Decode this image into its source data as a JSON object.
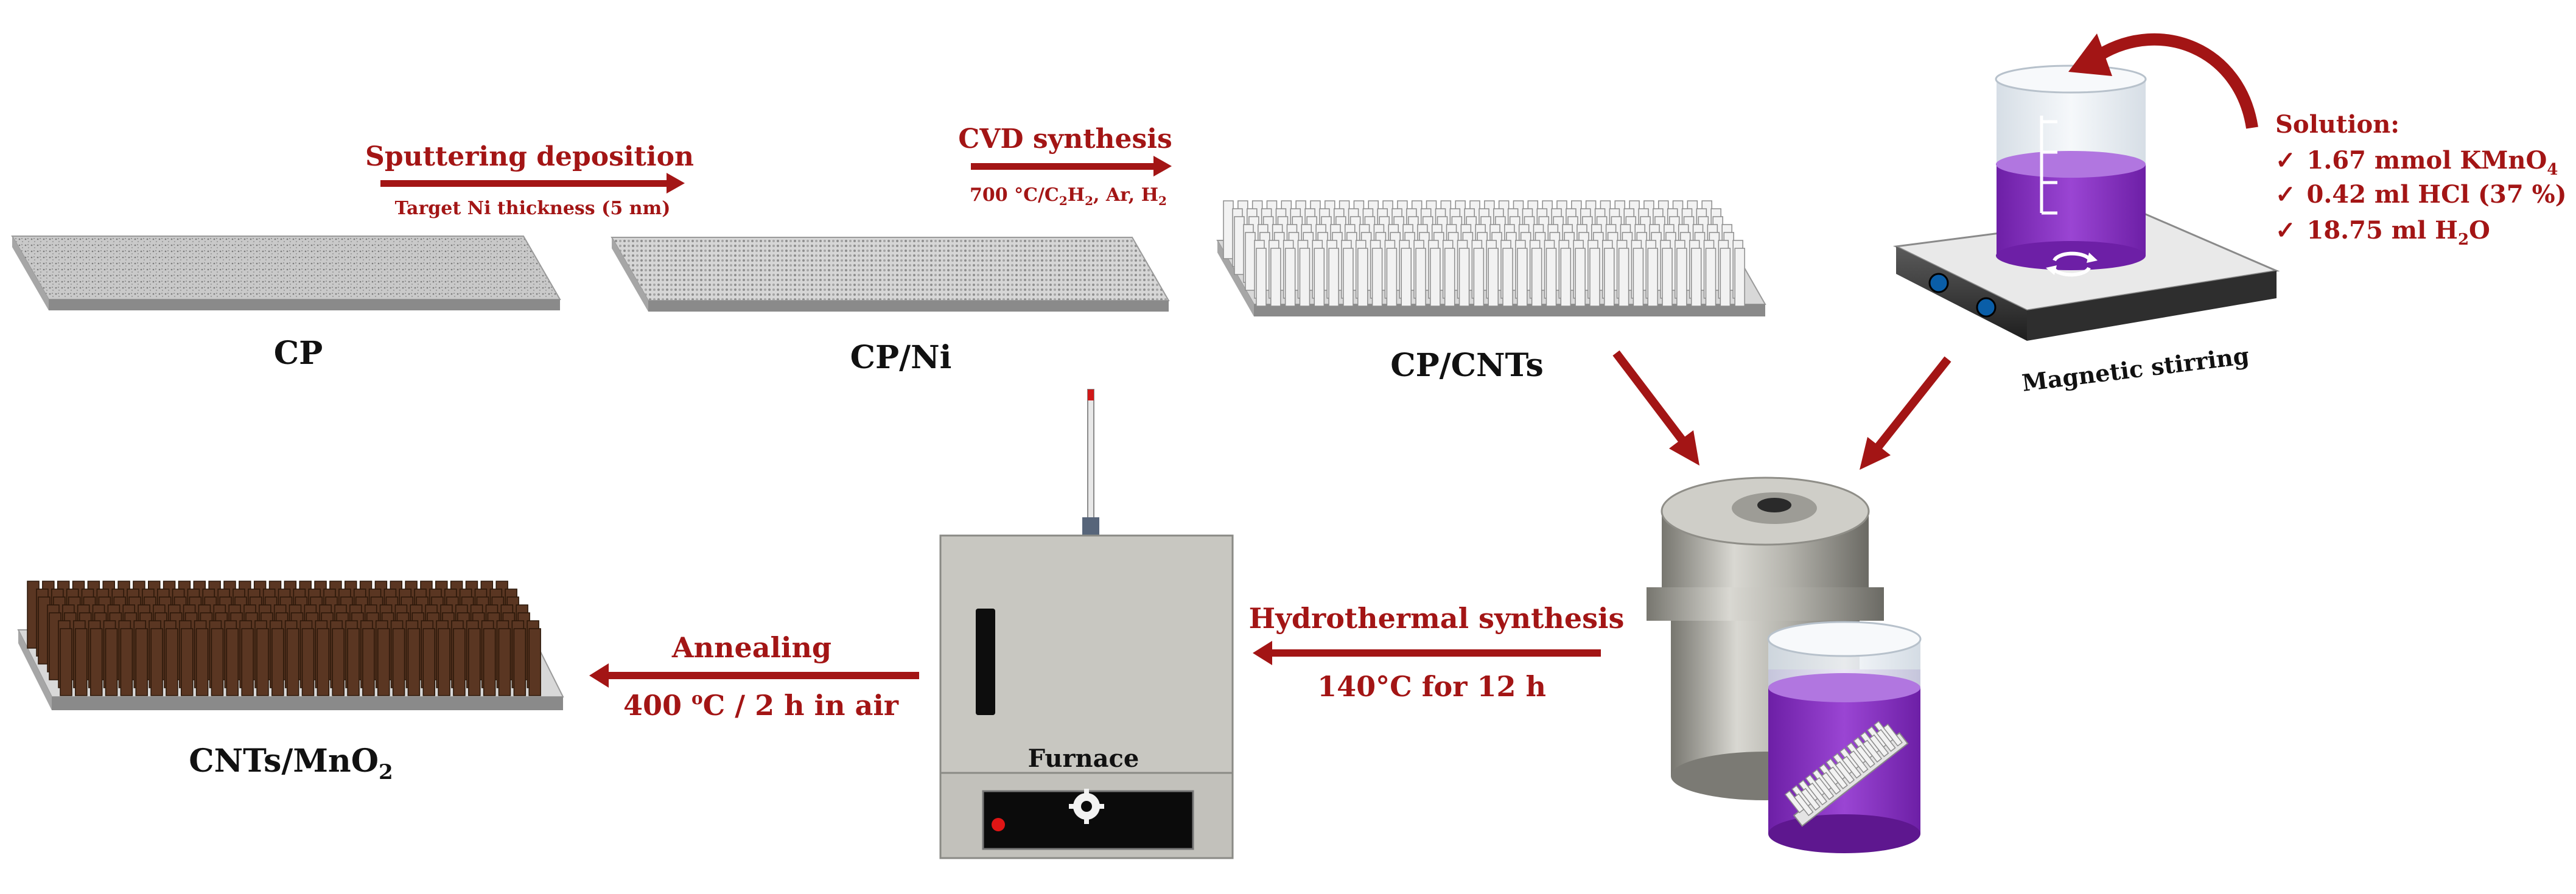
{
  "colors": {
    "arrow": "#a31515",
    "label_red": "#a31515",
    "label_black": "#111111",
    "solution_purple": "#8a2fc4",
    "glass": "#dde6ee",
    "steel": "#a9a9a4",
    "furnace_body": "#c8c7c1",
    "cnt_white": "#f2f2f2",
    "cnt_brown": "#5a3622"
  },
  "samples": {
    "cp": "CP",
    "cp_ni": "CP/Ni",
    "cp_cnts": "CP/CNTs",
    "cnts_mno2": "CNTs/MnO",
    "cnts_mno2_sub": "2"
  },
  "steps": {
    "sputtering": {
      "title": "Sputtering deposition",
      "detail": "Target Ni thickness (5 nm)"
    },
    "cvd": {
      "title": "CVD synthesis",
      "detail_pre": "700 °C/C",
      "detail_sub1": "2",
      "detail_mid1": "H",
      "detail_sub2": "2",
      "detail_mid2": ", Ar, H",
      "detail_sub3": "2"
    },
    "hydrothermal": {
      "title": "Hydrothermal synthesis",
      "detail": "140°C for 12 h"
    },
    "annealing": {
      "title": "Annealing",
      "detail_pre": "400 ",
      "detail_sup": "o",
      "detail_post": "C / 2 h in air"
    }
  },
  "solution": {
    "title": "Solution:",
    "check": "✓",
    "item1_pre": "1.67 mmol  KMnO",
    "item1_sub": "4",
    "item2": "0.42 ml HCl (37 %)",
    "item3_pre": "18.75 ml H",
    "item3_sub": "2",
    "item3_post": "O"
  },
  "equipment": {
    "stirrer": "Magnetic stirring",
    "furnace": "Furnace"
  }
}
